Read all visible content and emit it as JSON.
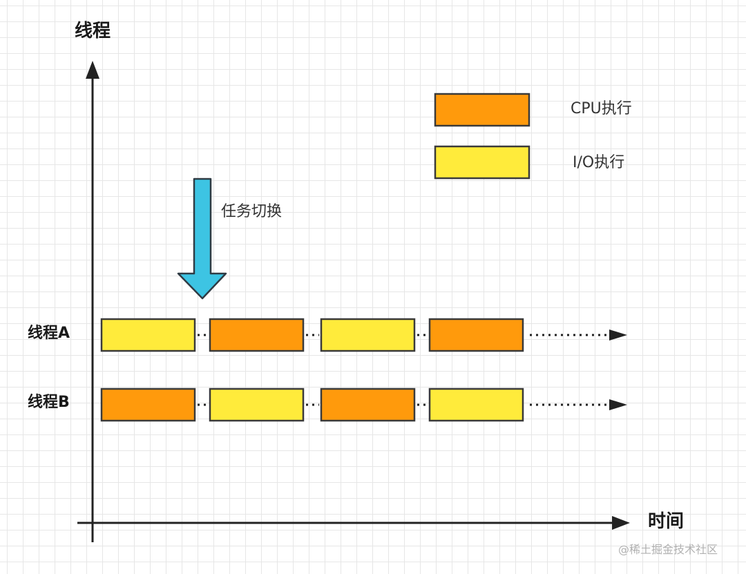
{
  "diagram": {
    "y_axis_title": "线程",
    "x_axis_title": "时间",
    "legend": [
      {
        "label": "CPU执行",
        "color": "#FF9A0C"
      },
      {
        "label": "I/O执行",
        "color": "#FFEB3B"
      }
    ],
    "task_switch_label": "任务切换",
    "task_switch_arrow_color": "#3DC4E3",
    "rows": [
      {
        "label": "线程A",
        "blocks": [
          "io",
          "cpu",
          "io",
          "cpu"
        ]
      },
      {
        "label": "线程B",
        "blocks": [
          "cpu",
          "io",
          "cpu",
          "io"
        ]
      }
    ],
    "colors": {
      "cpu": "#FF9A0C",
      "io": "#FFEB3B",
      "stroke": "#3a3a3a"
    }
  },
  "watermark": "@稀土掘金技术社区"
}
